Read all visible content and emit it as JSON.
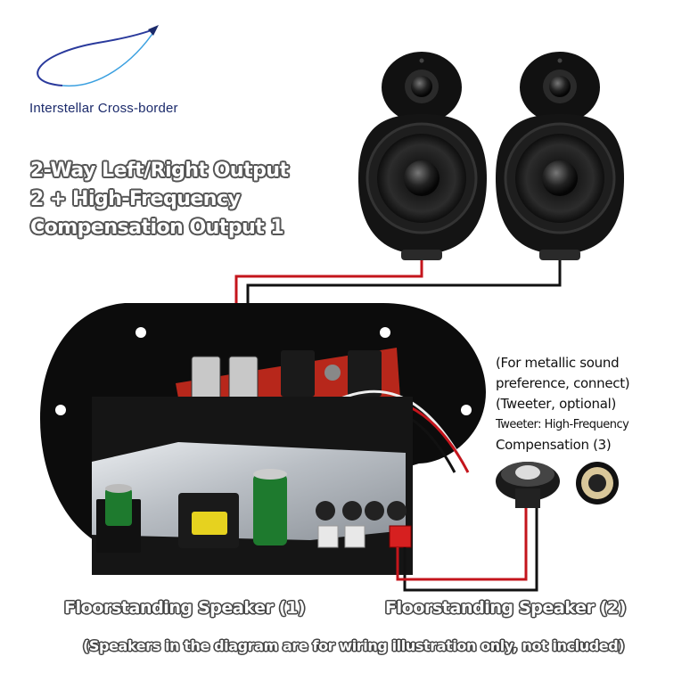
{
  "brand": {
    "name": "Interstellar Cross-border",
    "logo_icon": "swoosh-arrow-icon",
    "color": "#1b2a6b"
  },
  "title_lines": [
    "2-Way Left/Right Output",
    "2 + High-Frequency",
    "Compensation Output 1"
  ],
  "tweeter_note": [
    "(For metallic sound",
    "preference, connect)",
    "(Tweeter, optional)",
    "Tweeter: High-Frequency",
    "Compensation (3)"
  ],
  "labels": {
    "speaker1": "Floorstanding Speaker (1)",
    "speaker2": "Floorstanding Speaker (2)",
    "footer": "(Speakers in the diagram are for wiring illustration only, not included)"
  },
  "wire_colors": {
    "red": "#c4151c",
    "black": "#111111"
  }
}
